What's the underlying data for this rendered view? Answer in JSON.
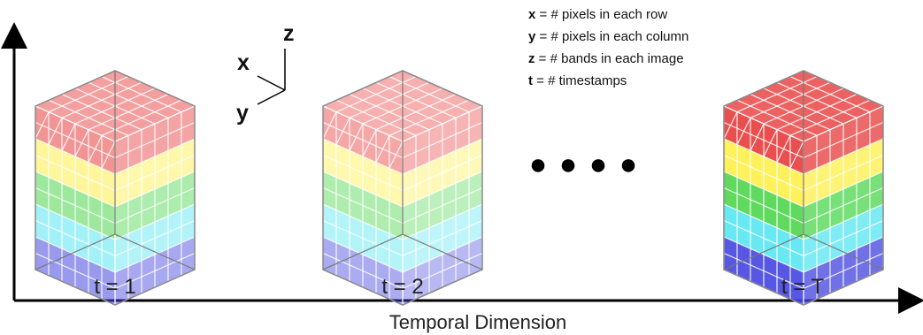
{
  "axes": {
    "x_label": "Temporal Dimension"
  },
  "orientation": {
    "x": "x",
    "y": "y",
    "z": "z"
  },
  "legend": [
    {
      "key": "x",
      "text": " = # pixels in each row"
    },
    {
      "key": "y",
      "text": " = # pixels in each column"
    },
    {
      "key": "z",
      "text": " = # bands in each image"
    },
    {
      "key": "t",
      "text": " = # timestamps"
    }
  ],
  "cubes": [
    {
      "label": "t = 1",
      "opacity": 0.55
    },
    {
      "label": "t = 2",
      "opacity": 0.45
    },
    {
      "label": "t = T",
      "opacity": 0.9
    }
  ],
  "ellipsis": "● ● ● ●",
  "band_colors": [
    "#e83c3c",
    "#ffef4a",
    "#4ed64e",
    "#57e6f2",
    "#4545e0"
  ]
}
